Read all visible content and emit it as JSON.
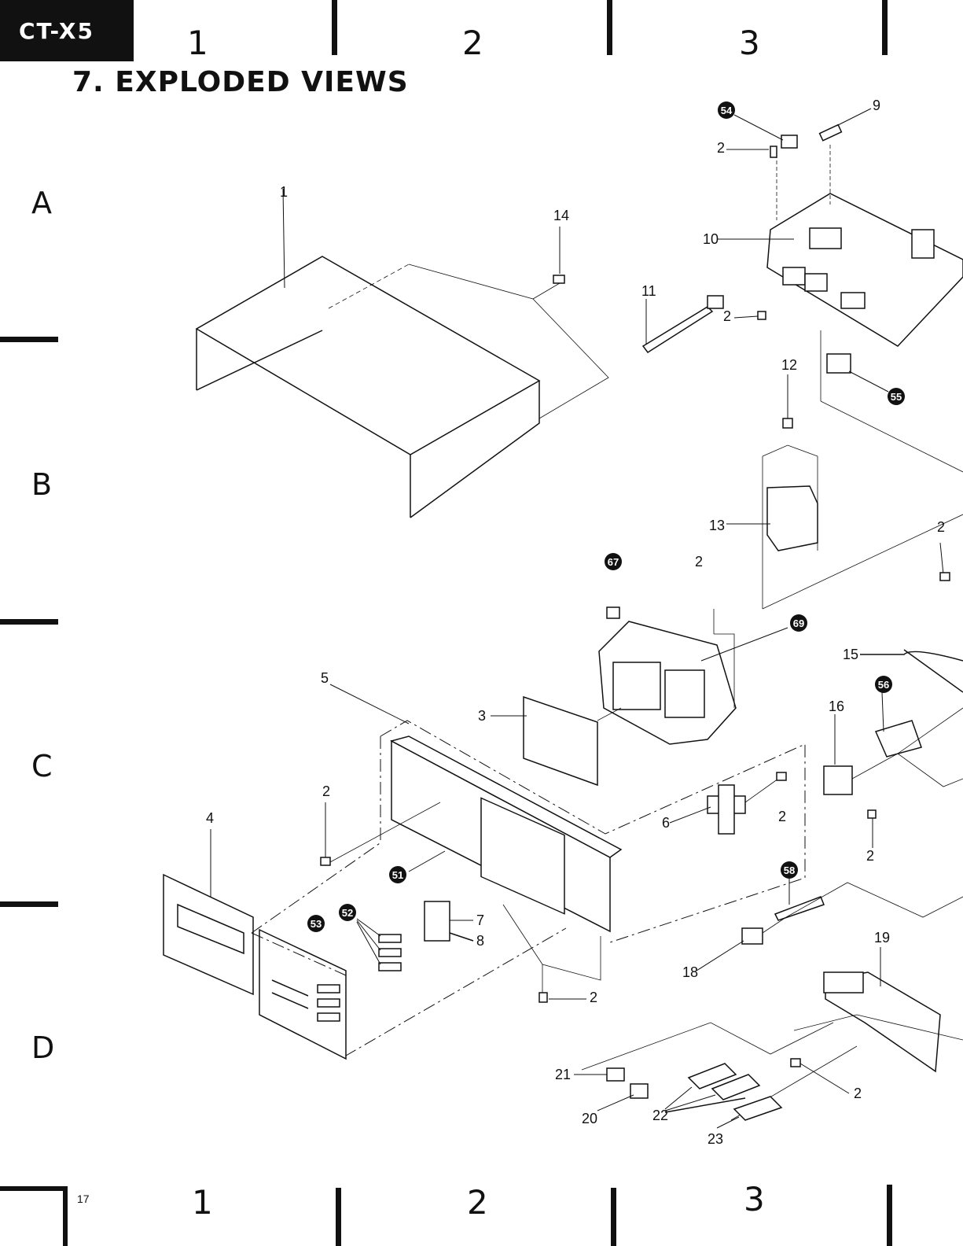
{
  "model_badge": "CT-X5",
  "section_title": "7. EXPLODED VIEWS",
  "grid": {
    "columns": [
      "1",
      "2",
      "3"
    ],
    "rows": [
      "A",
      "B",
      "C",
      "D"
    ]
  },
  "page_number": "17",
  "part_labels": [
    "1",
    "2",
    "3",
    "4",
    "5",
    "6",
    "7",
    "8",
    "9",
    "10",
    "11",
    "12",
    "13",
    "14",
    "15",
    "16",
    "18",
    "19",
    "20",
    "21",
    "22",
    "23"
  ],
  "circled_labels": [
    "51",
    "52",
    "53",
    "54",
    "55",
    "56",
    "58",
    "67",
    "69"
  ]
}
